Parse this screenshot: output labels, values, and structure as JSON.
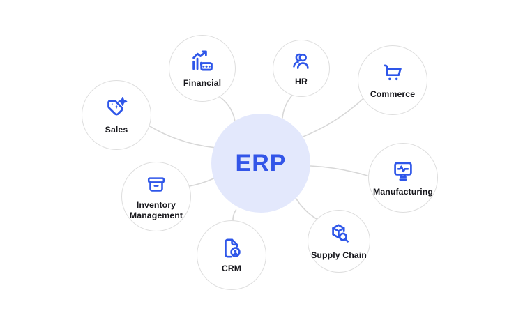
{
  "diagram": {
    "center": {
      "label": "ERP"
    },
    "nodes": [
      {
        "id": "financial",
        "label": "Financial",
        "icon": "chart-growth-banknote-icon"
      },
      {
        "id": "hr",
        "label": "HR",
        "icon": "users-icon"
      },
      {
        "id": "commerce",
        "label": "Commerce",
        "icon": "shopping-cart-icon"
      },
      {
        "id": "sales",
        "label": "Sales",
        "icon": "price-tag-sparkle-icon"
      },
      {
        "id": "manufacturing",
        "label": "Manufacturing",
        "icon": "monitor-pulse-icon"
      },
      {
        "id": "inventory",
        "label": "Inventory Management",
        "icon": "storage-box-icon"
      },
      {
        "id": "crm",
        "label": "CRM",
        "icon": "document-user-icon"
      },
      {
        "id": "supply",
        "label": "Supply Chain",
        "icon": "package-search-icon"
      }
    ],
    "colors": {
      "accent": "#2E56E9",
      "center_fill": "#E3E8FC",
      "center_text": "#3355E8",
      "line": "#D7D7D7",
      "circle_border": "#DEDEDE",
      "label_text": "#17171C",
      "background": "#FFFFFF"
    }
  }
}
